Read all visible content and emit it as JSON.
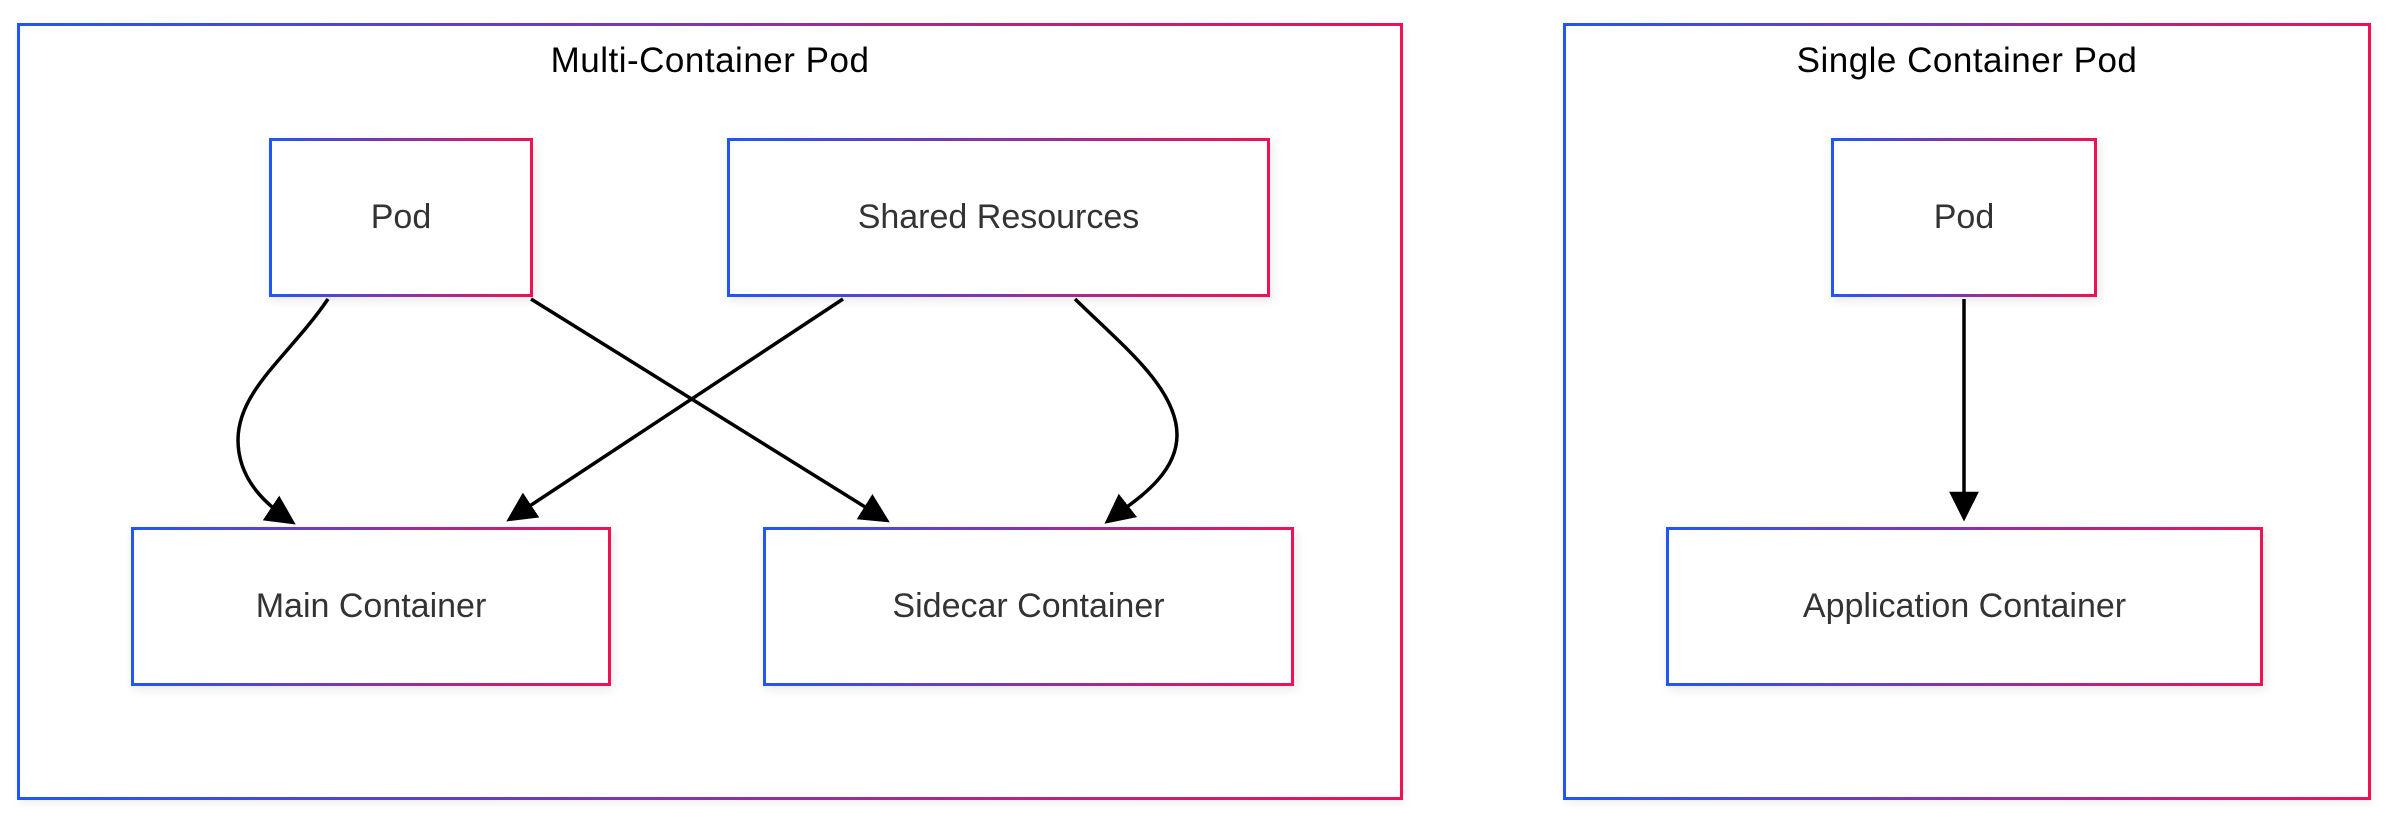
{
  "diagram": {
    "groups": [
      {
        "title": "Multi-Container Pod",
        "nodes": [
          {
            "id": "pod",
            "label": "Pod"
          },
          {
            "id": "shared-resources",
            "label": "Shared Resources"
          },
          {
            "id": "main-container",
            "label": "Main Container"
          },
          {
            "id": "sidecar-container",
            "label": "Sidecar Container"
          }
        ],
        "edges": [
          {
            "from": "Pod",
            "to": "Main Container"
          },
          {
            "from": "Pod",
            "to": "Sidecar Container"
          },
          {
            "from": "Shared Resources",
            "to": "Main Container"
          },
          {
            "from": "Shared Resources",
            "to": "Sidecar Container"
          }
        ]
      },
      {
        "title": "Single Container Pod",
        "nodes": [
          {
            "id": "pod-single",
            "label": "Pod"
          },
          {
            "id": "application-container",
            "label": "Application Container"
          }
        ],
        "edges": [
          {
            "from": "Pod",
            "to": "Application Container"
          }
        ]
      }
    ]
  },
  "colors": {
    "border_gradient_start": "#2156f5",
    "border_gradient_end": "#ec1254",
    "edge_color": "#000000",
    "node_label_color": "#333333",
    "title_color": "#000000",
    "background": "#ffffff"
  }
}
